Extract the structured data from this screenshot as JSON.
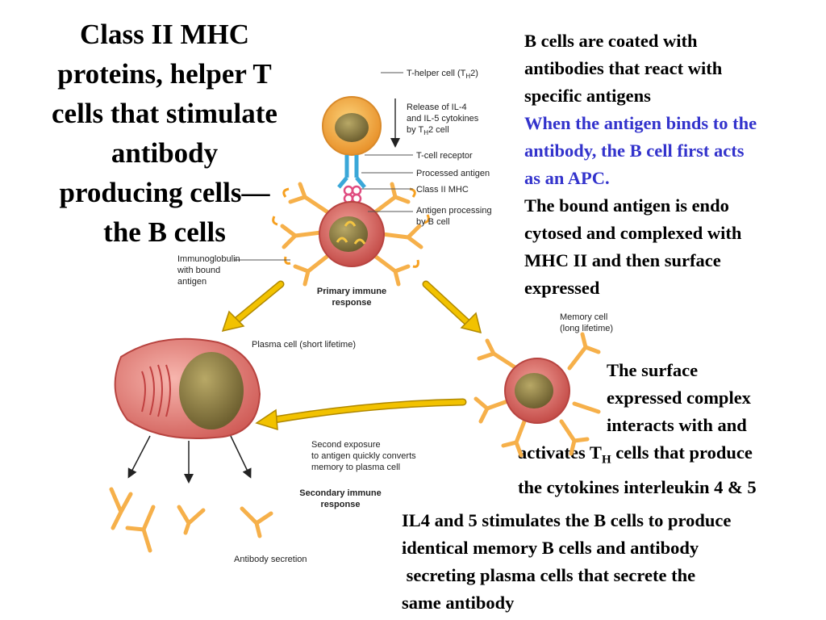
{
  "title": "Class II MHC proteins, helper T cells that stimulate antibody producing cells— the B cells",
  "title_lines": [
    "Class II MHC",
    "proteins, helper T",
    "cells that stimulate",
    "antibody",
    "producing cells—",
    "the B cells"
  ],
  "para1": {
    "line1": "B cells are coated with",
    "line2": "antibodies that react with",
    "line3": "specific antigens",
    "blue1": "When the antigen binds to the",
    "blue2": "antibody, the B cell first acts",
    "blue3": "as an APC.",
    "line4": "The bound antigen is endo",
    "line5": "cytosed and complexed with",
    "line6": "MHC II and then surface",
    "line7": "expressed"
  },
  "para2": {
    "line1": "The surface",
    "line2": "expressed complex",
    "line3": "interacts with and",
    "line4_pre": "activates T",
    "line4_sub": "H",
    "line4_post": " cells that produce",
    "line5": "the cytokines interleukin 4 & 5"
  },
  "para3": {
    "line1": "IL4 and 5 stimulates the B cells to produce",
    "line2": "identical memory B cells and antibody",
    "line3": " secreting plasma cells that secrete the",
    "line4": "same antibody"
  },
  "diagram": {
    "thelper": {
      "pre": "T-helper cell (T",
      "sub": "H",
      "post": "2)"
    },
    "release": {
      "line1": "Release of IL-4",
      "line2": "and IL-5 cytokines",
      "line3_pre": "by T",
      "line3_sub": "H",
      "line3_post": "2 cell"
    },
    "tcell_receptor": "T-cell receptor",
    "processed_antigen": "Processed antigen",
    "class2_mhc": "Class II MHC",
    "antigen_processing": {
      "line1": "Antigen processing",
      "line2": "by B cell"
    },
    "immunoglobulin": {
      "line1": "Immunoglobulin",
      "line2": "with bound",
      "line3": "antigen"
    },
    "primary": {
      "line1": "Primary immune",
      "line2": "response"
    },
    "memory_cell": {
      "line1": "Memory cell",
      "line2": "(long lifetime)"
    },
    "plasma_cell": "Plasma cell (short lifetime)",
    "second_exposure": {
      "line1": "Second exposure",
      "line2": "to antigen quickly converts",
      "line3": "memory to plasma cell"
    },
    "secondary": {
      "line1": "Secondary immune",
      "line2": "response"
    },
    "antibody_secretion": "Antibody secretion"
  },
  "colors": {
    "blue_text": "#3333cc",
    "arrow_yellow": "#f2c200",
    "antibody_orange": "#f6b04a",
    "bcell_red": "#d4605a",
    "nucleus_olive": "#8a7a3e",
    "thelper_orange": "#f2a63c",
    "receptor_blue": "#3aa7d8"
  }
}
